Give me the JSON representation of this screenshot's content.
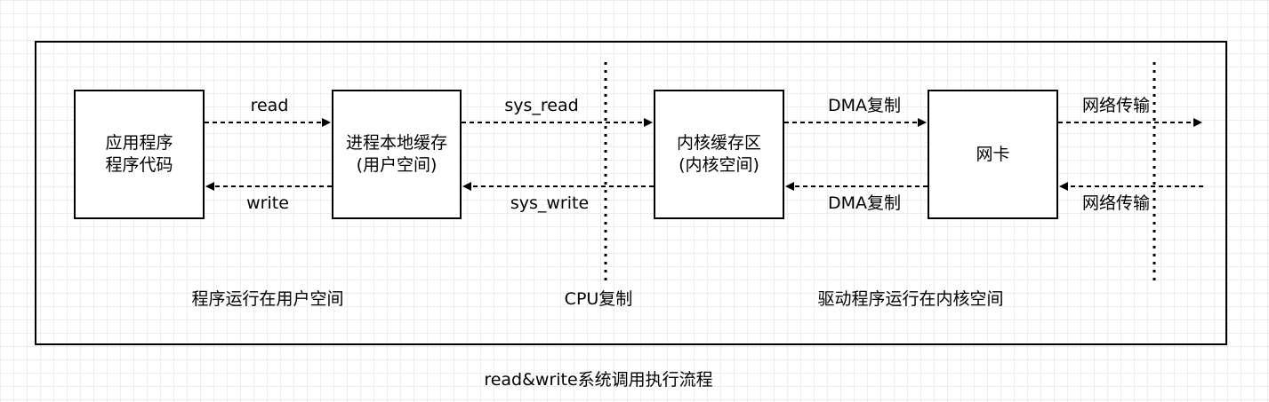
{
  "boxes": {
    "app_code": {
      "line1": "应用程序",
      "line2": "程序代码"
    },
    "process_cache": {
      "line1": "进程本地缓存",
      "line2": "(用户空间)"
    },
    "kernel_cache": {
      "line1": "内核缓存区",
      "line2": "(内核空间)"
    },
    "nic": {
      "line1": "网卡"
    }
  },
  "arrows": {
    "read": "read",
    "write": "write",
    "sys_read": "sys_read",
    "sys_write": "sys_write",
    "dma_copy_out": "DMA复制",
    "dma_copy_in": "DMA复制",
    "net_out": "网络传输",
    "net_in": "网络传输"
  },
  "regions": {
    "user_space": "程序运行在用户空间",
    "cpu_copy": "CPU复制",
    "kernel_space": "驱动程序运行在内核空间"
  },
  "caption": "read&write系统调用执行流程"
}
